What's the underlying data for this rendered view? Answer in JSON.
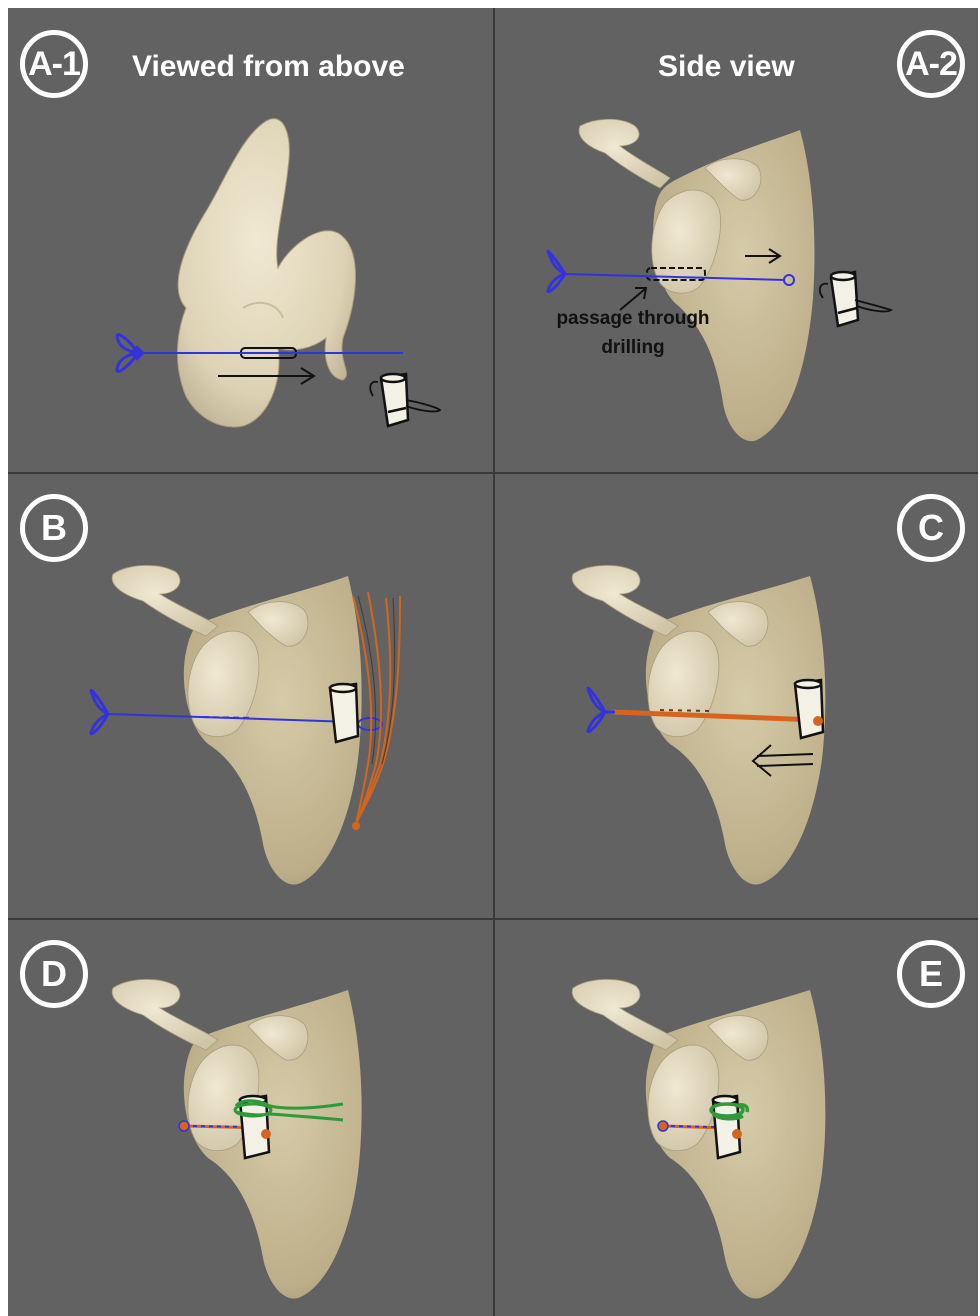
{
  "panels": {
    "a1": {
      "badge": "A-1",
      "title": "Viewed from above"
    },
    "a2": {
      "badge": "A-2",
      "title": "Side view",
      "annotation_line1": "passage through",
      "annotation_line2": "drilling"
    },
    "b": {
      "badge": "B"
    },
    "c": {
      "badge": "C"
    },
    "d": {
      "badge": "D"
    },
    "e": {
      "badge": "E"
    }
  },
  "colors": {
    "background": "#626262",
    "divider": "#3a3a3a",
    "bone": "#cbbd98",
    "bone_light": "#e6dcc2",
    "wire_blue": "#3333dd",
    "suture_orange": "#d4651f",
    "suture_green": "#2e9a3a",
    "badge_white": "#ffffff",
    "arrow_black": "#111111"
  }
}
